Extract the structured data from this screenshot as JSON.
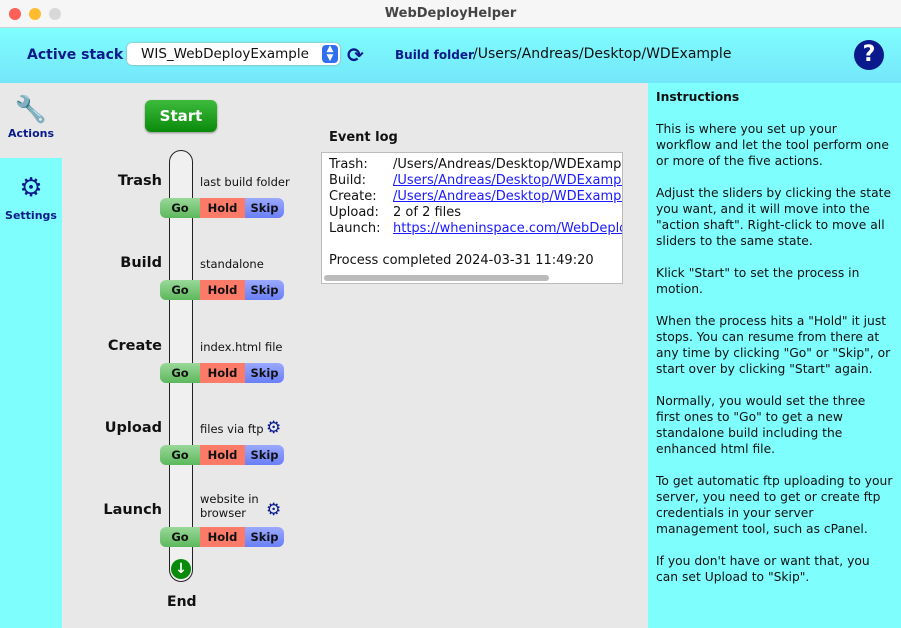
{
  "window": {
    "title": "WebDeployHelper"
  },
  "header": {
    "active_stack_label": "Active stack",
    "active_stack_value": "WIS_WebDeployExample",
    "build_folder_label": "Build folder",
    "build_folder_value": "/Users/Andreas/Desktop/WDExample"
  },
  "sidebar": {
    "items": [
      {
        "label": "Actions"
      },
      {
        "label": "Settings"
      }
    ]
  },
  "actions": {
    "start_label": "Start",
    "end_label": "End",
    "steps": [
      {
        "label": "Trash",
        "desc": "last build folder",
        "state": "Go"
      },
      {
        "label": "Build",
        "desc": "standalone",
        "state": "Go"
      },
      {
        "label": "Create",
        "desc": "index.html file",
        "state": "Go"
      },
      {
        "label": "Upload",
        "desc": "files via ftp",
        "state": "Go"
      },
      {
        "label": "Launch",
        "desc": "website in browser",
        "state": "Go"
      }
    ],
    "buttons": {
      "go": "Go",
      "hold": "Hold",
      "skip": "Skip"
    }
  },
  "event_log": {
    "title": "Event log",
    "rows": [
      {
        "key": "Trash:",
        "value": "/Users/Andreas/Desktop/WDExample"
      },
      {
        "key": "Build:",
        "value": "/Users/Andreas/Desktop/WDExample"
      },
      {
        "key": "Create:",
        "value": "/Users/Andreas/Desktop/WDExample"
      },
      {
        "key": "Upload:",
        "value": "2 of 2 files"
      },
      {
        "key": "Launch:",
        "value": "https://wheninspace.com/WebDeploy"
      }
    ],
    "status": "Process completed 2024-03-31 11:49:20"
  },
  "instructions": {
    "title": "Instructions",
    "paragraphs": [
      "This is where you set up your workflow and let the tool perform one or more of the five actions.",
      "Adjust the sliders by clicking the state you want, and it will move into the \"action shaft\". Right-click to move all sliders to the same state.",
      "Klick \"Start\" to set the process in motion.",
      "When the process hits a \"Hold\" it just stops. You can resume from there at any time by clicking \"Go\" or \"Skip\", or start over by clicking \"Start\" again.",
      "Normally, you would set the three first ones to \"Go\" to get a new standalone build including the enhanced html file.",
      "To get automatic ftp uploading to your server, you need to get or create ftp credentials in your server management tool, such as cPanel.",
      "If you don't have or want that, you can set Upload to \"Skip\"."
    ]
  }
}
